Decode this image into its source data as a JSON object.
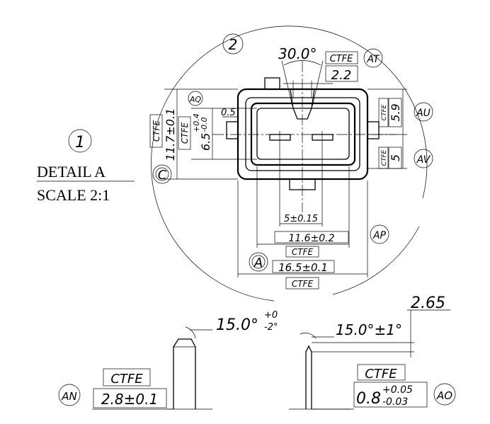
{
  "detail": {
    "number": "1",
    "title": "DETAIL A",
    "scale": "SCALE 2:1",
    "sheet_index": "2"
  },
  "datums": {
    "c": "C",
    "a": "A"
  },
  "tags": {
    "at": "AT",
    "aq": "AQ",
    "au": "AU",
    "av": "AV",
    "ap": "AP",
    "an": "AN",
    "ao": "AO"
  },
  "ctfe_label": "CTFE",
  "dimensions": {
    "angle_top": "30.0°",
    "ctfe_2_2": "2.2",
    "offset_0_5": "0.5",
    "height_11_7": "11.7±0.1",
    "height_6_5_base": "6.5",
    "height_6_5_upper": "+0.4",
    "height_6_5_lower": "-0.0",
    "right_5_9": "5.9",
    "right_5": "5",
    "pin_pitch": "5±0.15",
    "inner_width": "11.6±0.2",
    "outer_width": "16.5±0.1",
    "pin_angle_left_base": "15.0°",
    "pin_angle_left_upper": "+0",
    "pin_angle_left_lower": "-2°",
    "pin_angle_right": "15.0°±1°",
    "pin_length": "2.65",
    "pin_width_left": "2.8±0.1",
    "pin_thick_base": "0.8",
    "pin_thick_upper": "+0.05",
    "pin_thick_lower": "-0.03"
  }
}
